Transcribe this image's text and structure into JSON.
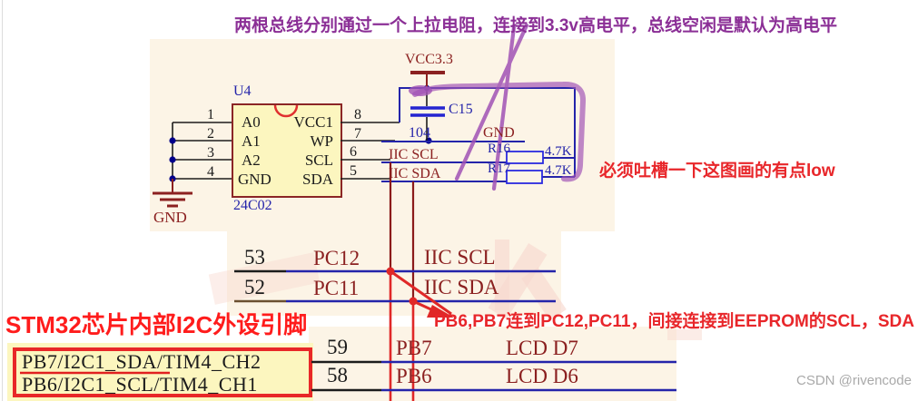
{
  "annotations": {
    "pullup_note": "两根总线分别通过一个上拉电阻，连接到3.3v高电平，总线空闲是默认为高电平",
    "complaint_note": "必须吐槽一下这图画的有点low",
    "connection_note": "PB6,PB7连到PC12,PC11，间接连接到EEPROM的SCL，SDA",
    "stm32_pins_title": "STM32芯片内部I2C外设引脚",
    "watermark": "CSDN @rivencode"
  },
  "eeprom": {
    "refdes": "U4",
    "part": "24C02",
    "left_pins": [
      {
        "num": "1",
        "name": "A0"
      },
      {
        "num": "2",
        "name": "A1"
      },
      {
        "num": "3",
        "name": "A2"
      },
      {
        "num": "4",
        "name": "GND"
      }
    ],
    "right_pins": [
      {
        "num": "8",
        "name": "VCC1"
      },
      {
        "num": "7",
        "name": "WP"
      },
      {
        "num": "6",
        "name": "SCL"
      },
      {
        "num": "5",
        "name": "SDA"
      }
    ]
  },
  "power": {
    "vcc": "VCC3.3",
    "gnd_symbol": "GND",
    "gnd_net": "GND"
  },
  "capacitor": {
    "refdes": "C15",
    "value": "104"
  },
  "resistors": [
    {
      "refdes": "R16",
      "value": "4.7K"
    },
    {
      "refdes": "R17",
      "value": "4.7K"
    }
  ],
  "bus_nets": {
    "scl": "IIC SCL",
    "sda": "IIC SDA"
  },
  "mcu_mid_rows": [
    {
      "pin": "53",
      "port": "PC12",
      "net": "IIC SCL"
    },
    {
      "pin": "52",
      "port": "PC11",
      "net": "IIC SDA"
    }
  ],
  "mcu_bottom_rows": [
    {
      "pin": "59",
      "port": "PB7",
      "net": "LCD D7"
    },
    {
      "pin": "58",
      "port": "PB6",
      "net": "LCD D6"
    }
  ],
  "stm32_box": {
    "line1": "PB7/I2C1_SDA/TIM4_CH2",
    "line2": "PB6/I2C1_SCL/TIM4_CH1"
  },
  "colors": {
    "schematic_maroon": "#8b2020",
    "schematic_blue": "#2424aa",
    "annotation_red": "#e8262a",
    "annotation_purple": "#a152b5",
    "purple_text": "#8b2f96",
    "chip_fill": "#fcf6bf",
    "bg_cream": "#fcf4e6"
  }
}
